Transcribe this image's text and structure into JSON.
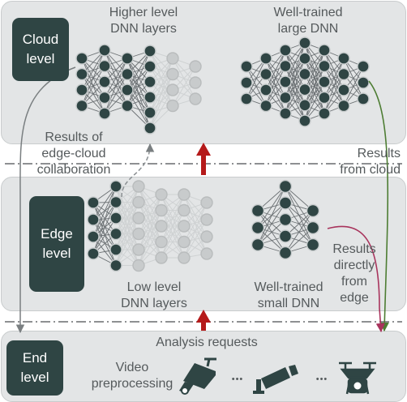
{
  "levels": {
    "cloud": [
      "Cloud",
      "level"
    ],
    "edge": [
      "Edge",
      "level"
    ],
    "end": [
      "End",
      "level"
    ]
  },
  "labels": {
    "higher_layers": [
      "Higher level",
      "DNN layers"
    ],
    "large_dnn": [
      "Well-trained",
      "large DNN"
    ],
    "collab": [
      "Results of",
      "edge-cloud",
      "collaboration"
    ],
    "from_cloud": [
      "Results",
      "from cloud"
    ],
    "low_layers": [
      "Low level",
      "DNN layers"
    ],
    "small_dnn": [
      "Well-trained",
      "small DNN"
    ],
    "directly": [
      "Results",
      "directly",
      "from",
      "edge"
    ],
    "requests": "Analysis requests",
    "video": [
      "Video",
      "preprocessing"
    ],
    "ellipsis": "•••"
  },
  "colors": {
    "panel": "#e3e5e6",
    "badge": "#2f4544",
    "node_active": "#2f4544",
    "node_faded": "#c8cbcc",
    "arrow_up": "#b51a1a",
    "arrow_cloud": "#4d7d33",
    "arrow_edge": "#a8335c",
    "text": "#555a5c"
  },
  "icons": [
    "cctv-camera-icon",
    "box-camera-icon",
    "drone-camera-icon"
  ]
}
